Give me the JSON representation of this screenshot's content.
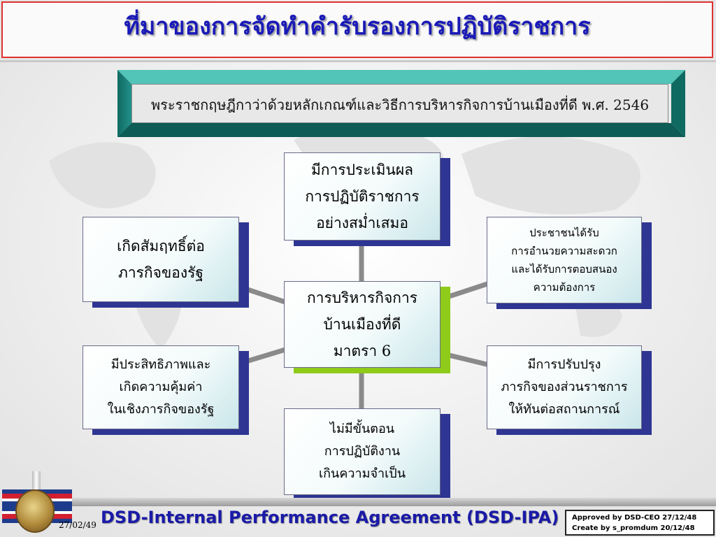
{
  "slide": {
    "title": "ที่มาของการจัดทำคำรับรองการปฏิบัติราชการ",
    "banner": "พระราชกฤษฎีกาว่าด้วยหลักเกณฑ์และวิธีการบริหารกิจการบ้านเมืองที่ดี พ.ศ. 2546"
  },
  "diagram": {
    "center": {
      "lines": [
        "การบริหารกิจการ",
        "บ้านเมืองที่ดี",
        "มาตรา 6"
      ]
    },
    "nodes": [
      {
        "lines": [
          "มีการประเมินผล",
          "การปฏิบัติราชการ",
          "อย่างสม่ำเสมอ"
        ]
      },
      {
        "lines": [
          "เกิดสัมฤทธิ์ต่อ",
          "ภารกิจของรัฐ"
        ]
      },
      {
        "lines": [
          "ประชาชนได้รับ",
          "การอำนวยความสะดวก",
          "และได้รับการตอบสนอง",
          "ความต้องการ"
        ]
      },
      {
        "lines": [
          "มีประสิทธิภาพและ",
          "เกิดความคุ้มค่า",
          "ในเชิงภารกิจของรัฐ"
        ]
      },
      {
        "lines": [
          "มีการปรับปรุง",
          "ภารกิจของส่วนราชการ",
          "ให้ทันต่อสถานการณ์"
        ]
      },
      {
        "lines": [
          "ไม่มีขั้นตอน",
          "การปฏิบัติงาน",
          "เกินความจำเป็น"
        ]
      }
    ]
  },
  "footer": {
    "date": "27/02/49",
    "title": "DSD-Internal Performance Agreement (DSD-IPA)",
    "approved": "Approved by DSD-CEO  27/12/48",
    "created": "Create by s_promdum  20/12/48"
  },
  "colors": {
    "title": "#1a1ab8",
    "banner_teal": "#1f8a80",
    "box_shadow": "#2e3592",
    "center_shadow": "#8ecb1a",
    "connector": "#8a8a8a",
    "header_border": "#e03030"
  }
}
